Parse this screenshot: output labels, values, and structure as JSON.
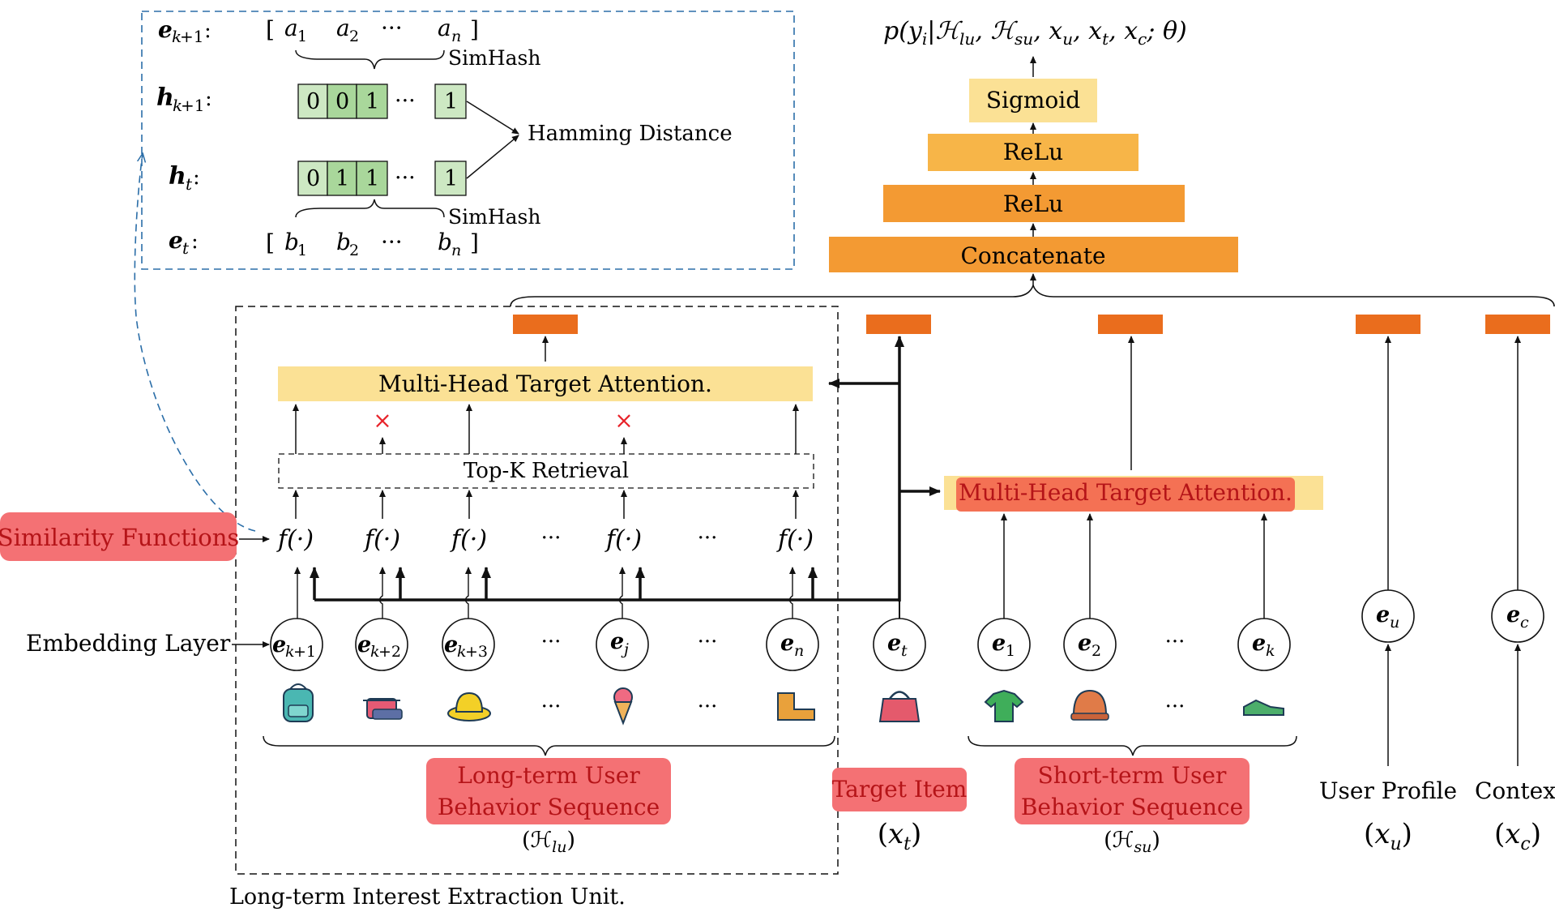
{
  "formula": "p(y_i | H_lu, H_su, x_u, x_t, x_c; θ)",
  "mlp": {
    "sigmoid": "Sigmoid",
    "relu1": "ReLu",
    "relu2": "ReLu",
    "concatenate": "Concatenate"
  },
  "simhash_panel": {
    "row_labels": [
      "e_{k+1}:",
      "h_{k+1}:",
      "h_t:",
      "e_t:"
    ],
    "vector_a": [
      "a_1",
      "a_2",
      "···",
      "a_n"
    ],
    "vector_b": [
      "b_1",
      "b_2",
      "···",
      "b_n"
    ],
    "hash_a": [
      "0",
      "0",
      "1",
      "···",
      "1"
    ],
    "hash_b": [
      "0",
      "1",
      "1",
      "···",
      "1"
    ],
    "simhash_label": "SimHash",
    "hamming_label": "Hamming Distance"
  },
  "long_term": {
    "mhta_label": "Multi-Head Target Attention.",
    "topk_label": "Top-K Retrieval",
    "func_label": "f(·)",
    "ellipsis": "···",
    "embeddings": [
      "e_{k+1}",
      "e_{k+2}",
      "e_{k+3}",
      "···",
      "e_j",
      "···",
      "e_n"
    ],
    "sequence_label_line1": "Long-term User",
    "sequence_label_line2": "Behavior Sequence",
    "sequence_symbol": "(H_lu)",
    "unit_label": "Long-term Interest Extraction Unit."
  },
  "target": {
    "embedding": "e_t",
    "label": "Target Item",
    "symbol": "(x_t)"
  },
  "short_term": {
    "mhta_label": "Multi-Head Target Attention.",
    "embeddings": [
      "e_1",
      "e_2",
      "···",
      "e_k"
    ],
    "sequence_label_line1": "Short-term User",
    "sequence_label_line2": "Behavior Sequence",
    "sequence_symbol": "(H_su)"
  },
  "user_profile": {
    "embedding": "e_u",
    "label": "User Profile",
    "symbol": "(x_u)"
  },
  "context": {
    "embedding": "e_c",
    "label": "Context",
    "symbol": "(x_c)"
  },
  "side_labels": {
    "similarity": "Similarity Functions",
    "embedding_layer": "Embedding Layer"
  },
  "colors": {
    "dark_orange": "#f39a33",
    "mid_orange": "#f7b548",
    "light_yellow": "#fbe195",
    "output_orange": "#ea6d1d",
    "red_label": "#f47174",
    "red_text": "#b51418",
    "hash_green": "#cde8c3",
    "dashed_blue": "#2b6ea8"
  },
  "icons": [
    "backpack-icon",
    "cooking-pot-icon",
    "sun-hat-icon",
    "ice-cream-icon",
    "boot-icon",
    "handbag-icon",
    "tshirt-icon",
    "cap-icon",
    "sneaker-icon"
  ]
}
